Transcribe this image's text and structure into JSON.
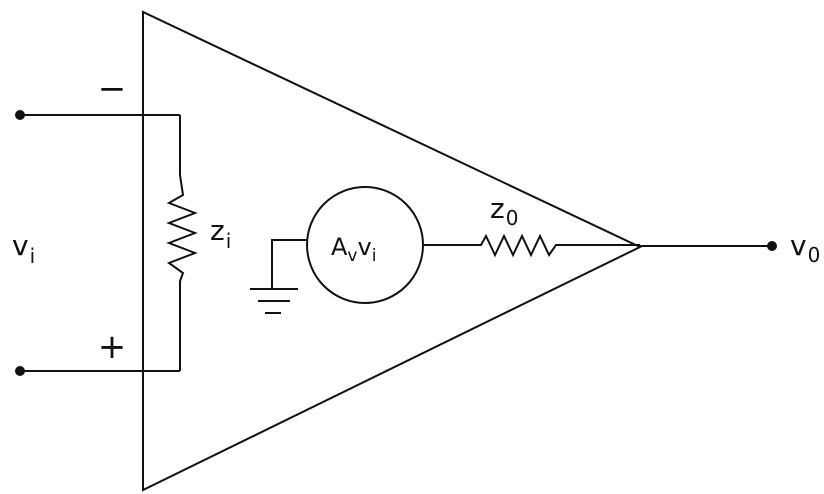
{
  "labels": {
    "input_voltage": {
      "main": "v",
      "sub": "i"
    },
    "input_impedance": {
      "main": "z",
      "sub": "i"
    },
    "output_impedance": {
      "main": "z",
      "sub": "0"
    },
    "output_voltage": {
      "main": "v",
      "sub": "0"
    },
    "dependent_source": {
      "gain": "A",
      "gain_sub": "v",
      "var": "v",
      "var_sub": "i"
    },
    "minus_sign": "−",
    "plus_sign": "+"
  },
  "colors": {
    "line": "#111111",
    "background": "#ffffff"
  }
}
